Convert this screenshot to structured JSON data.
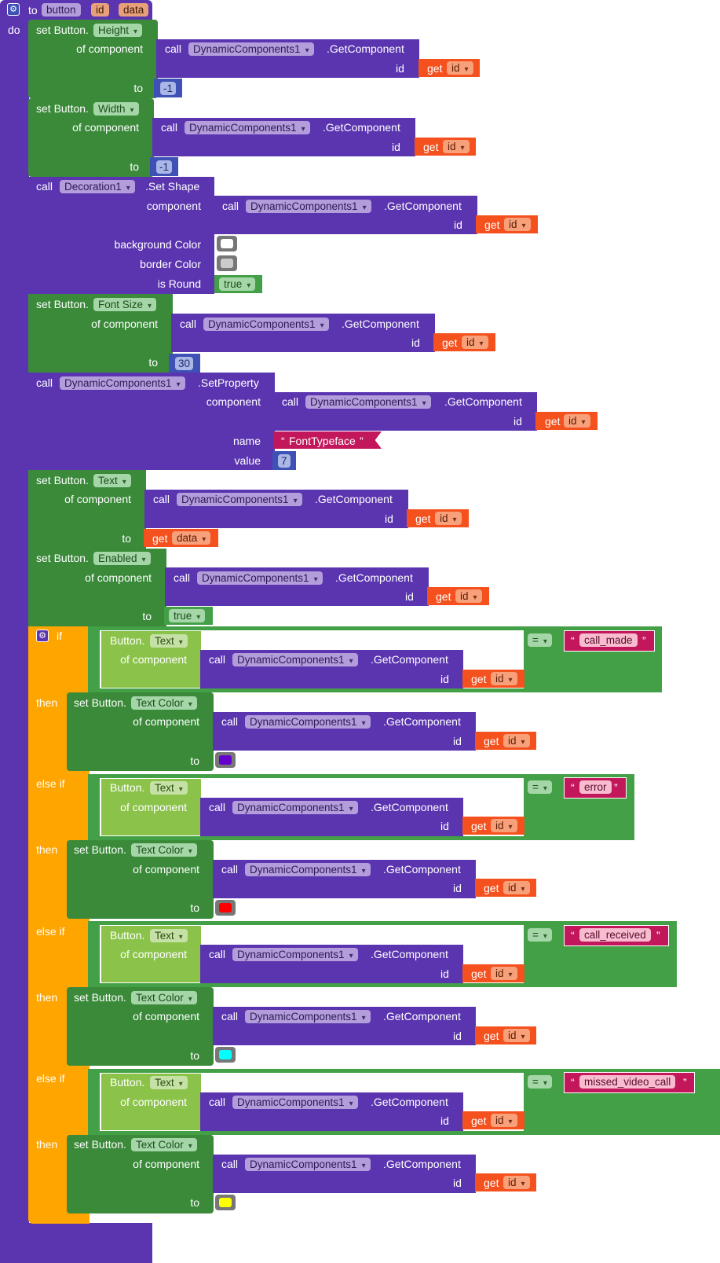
{
  "header": {
    "to": "to",
    "procedure_name": "button",
    "param_id": "id",
    "param_data": "data",
    "do": "do"
  },
  "labels": {
    "set_button": "set Button.",
    "call": "call",
    "of_component": "of component",
    "to": "to",
    "id": "id",
    "get": "get",
    "component": "component",
    "get_component": ".GetComponent",
    "set_shape": ".Set Shape",
    "set_property": ".SetProperty",
    "background_color": "background Color",
    "border_color": "border Color",
    "is_round": "is Round",
    "name": "name",
    "value": "value",
    "if": "if",
    "then": "then",
    "else_if": "else if",
    "button_dot": "Button.",
    "equals": "=",
    "quote_open": "“",
    "quote_close": "”"
  },
  "dropdowns": {
    "height": "Height",
    "width": "Width",
    "font_size": "Font Size",
    "text": "Text",
    "enabled": "Enabled",
    "text_color": "Text Color",
    "dynamic": "DynamicComponents1",
    "decoration": "Decoration1",
    "id_var": "id",
    "data_var": "data",
    "bool_true": "true"
  },
  "values": {
    "height": "-1",
    "width": "-1",
    "font_size": "30",
    "property_name": "FontTypeface",
    "property_value": "7",
    "cond_1": "call_made",
    "cond_2": "error",
    "cond_3": "call_received",
    "cond_4": "missed_video_call"
  },
  "colors": {
    "procedure": "#5b35b0",
    "setter": "#3a8a3a",
    "call": "#5b35b0",
    "get": "#f4511e",
    "math": "#3f51b5",
    "text": "#c2185b",
    "control": "#ffa500",
    "logic": "#43a047",
    "getter": "#8bc34a",
    "bg_color_swatch": "#ffffff",
    "border_color_swatch": "#cccccc",
    "color_1": "#6600cc",
    "color_2": "#ff0000",
    "color_3": "#00ffff",
    "color_4": "#ffff00"
  }
}
